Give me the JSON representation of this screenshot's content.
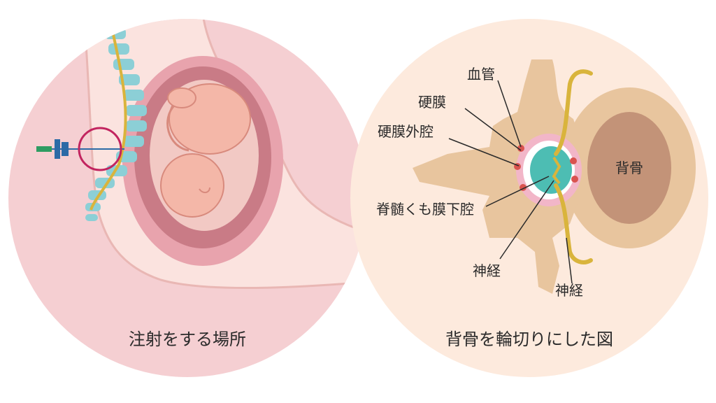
{
  "left_panel": {
    "caption": "注射をする場所"
  },
  "right_panel": {
    "caption": "背骨を輪切りにした図",
    "labels": {
      "blood_vessel": "血管",
      "dura_mater": "硬膜",
      "epidural_space": "硬膜外腔",
      "subarachnoid_space": "脊髄くも膜下腔",
      "nerve_left": "神経",
      "nerve_right": "神経",
      "vertebral_body": "背骨"
    }
  },
  "colors": {
    "left_bg": "#f5cfd2",
    "right_bg": "#fdeadd",
    "bone": "#e8c59e",
    "vertebra": "#8ccfd6",
    "nerve": "#d9b43c",
    "uterus": "#c97b86",
    "fetus": "#f4b7a8",
    "needle": "#2c6aa6",
    "marker_ring": "#c2245f"
  }
}
